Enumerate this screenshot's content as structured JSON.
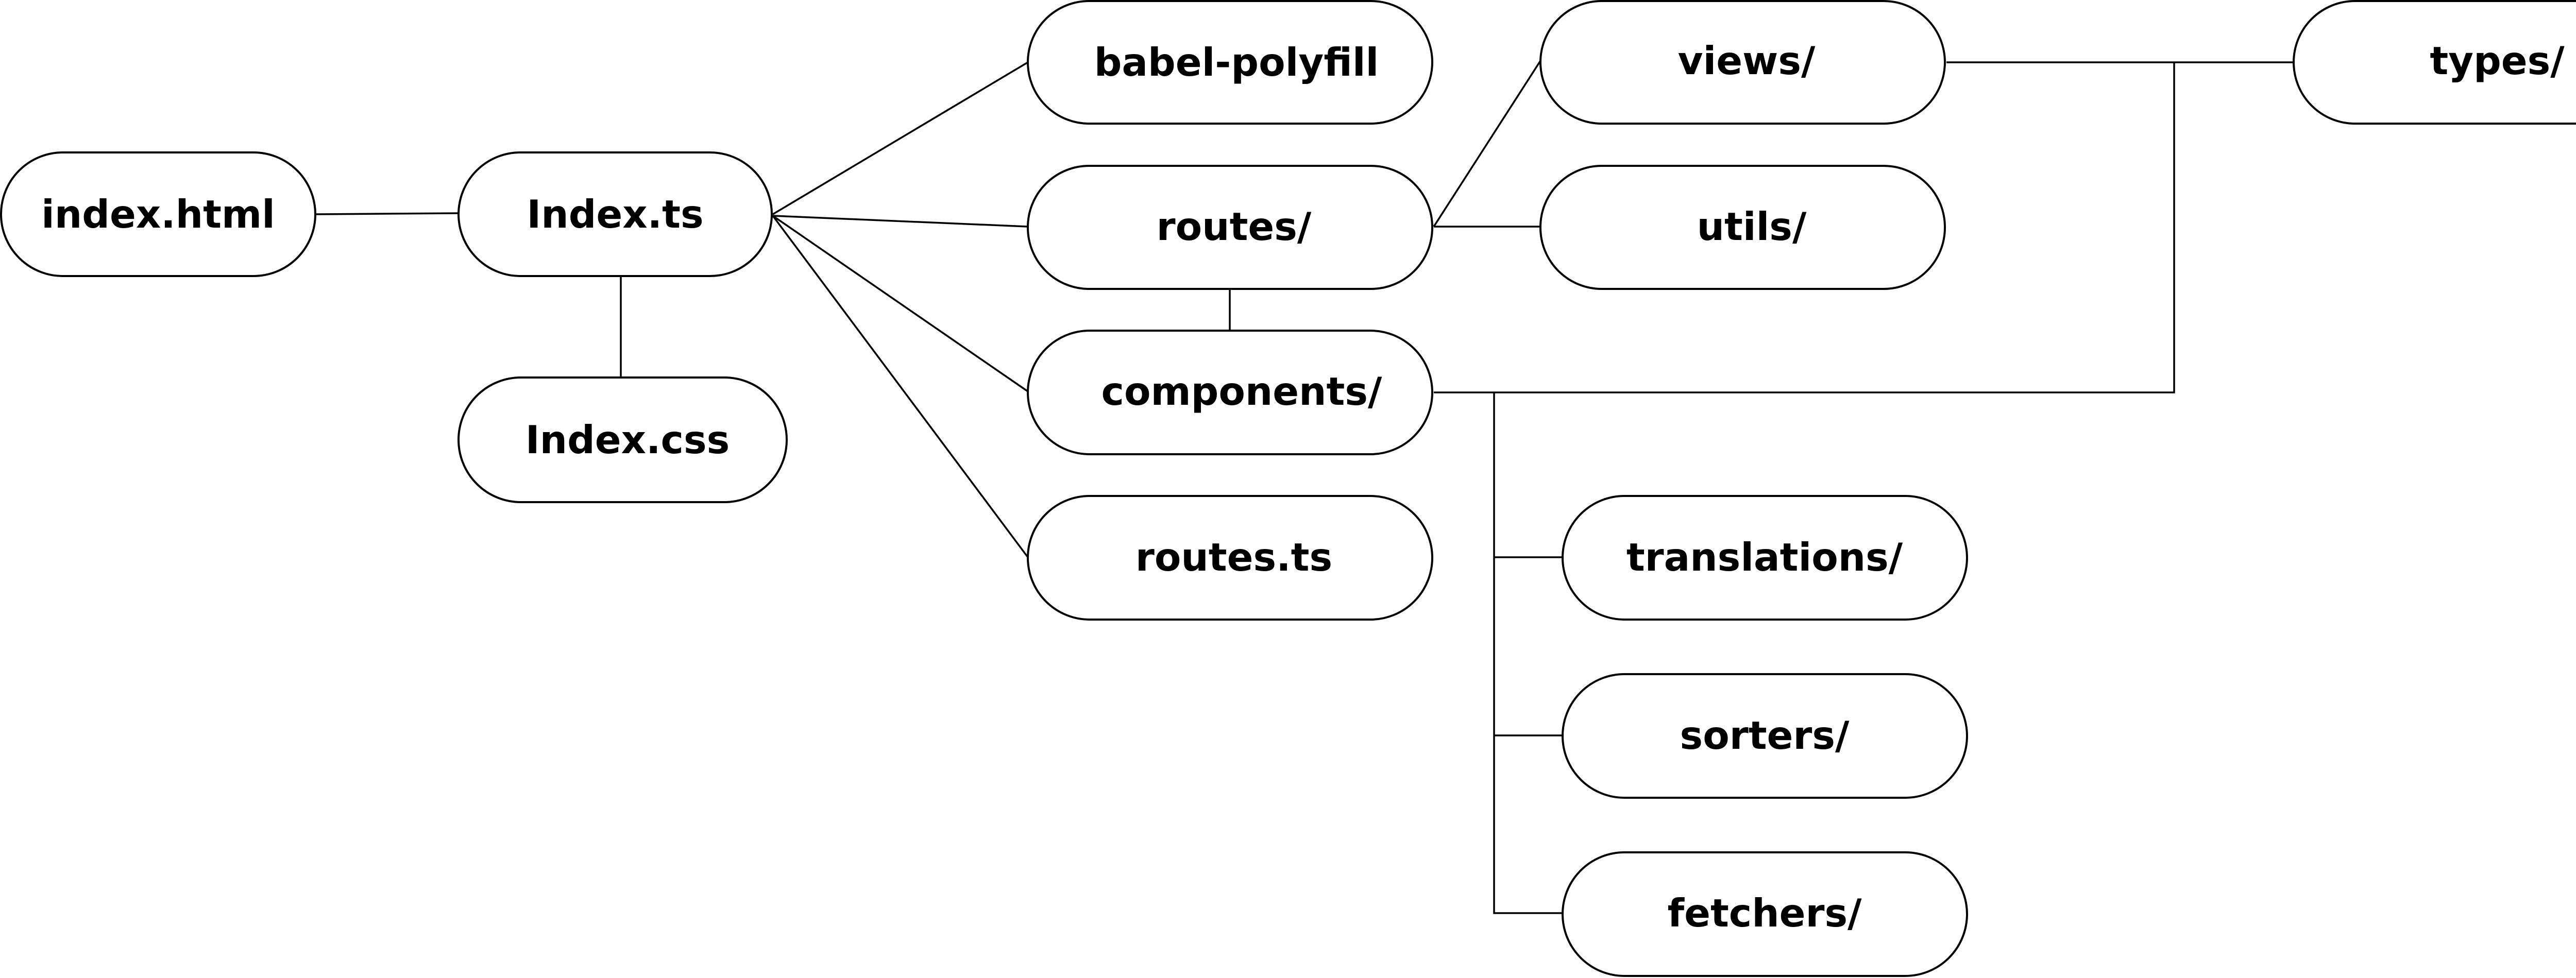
{
  "nodes": {
    "index_html": "index.html",
    "index_ts": "Index.ts",
    "index_css": "Index.css",
    "babel_polyfill": "babel-polyfill",
    "routes_dir": "routes/",
    "components_dir": "components/",
    "routes_ts": "routes.ts",
    "views_dir": "views/",
    "utils_dir": "utils/",
    "types_dir": "types/",
    "translations_dir": "translations/",
    "sorters_dir": "sorters/",
    "fetchers_dir": "fetchers/"
  },
  "colors": {
    "stroke": "#000000",
    "fill": "#ffffff",
    "text": "#000000"
  }
}
